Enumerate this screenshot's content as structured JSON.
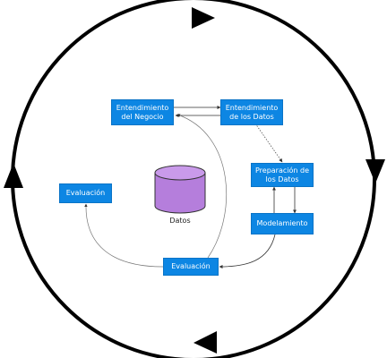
{
  "diagram": {
    "nodes": {
      "business": "Entendimiento del Negocio",
      "data_understanding": "Entendimiento de los Datos",
      "data_prep": "Preparación de los Datos",
      "modeling": "Modelamiento",
      "evaluation_bottom": "Evaluación",
      "evaluation_left": "Evaluación"
    },
    "center": {
      "label": "Datos",
      "icon": "database-cylinder-icon"
    },
    "colors": {
      "box": "#0d86e3",
      "cylinder": "#b57edc",
      "cycle": "#000000",
      "connector": "#333333"
    }
  }
}
